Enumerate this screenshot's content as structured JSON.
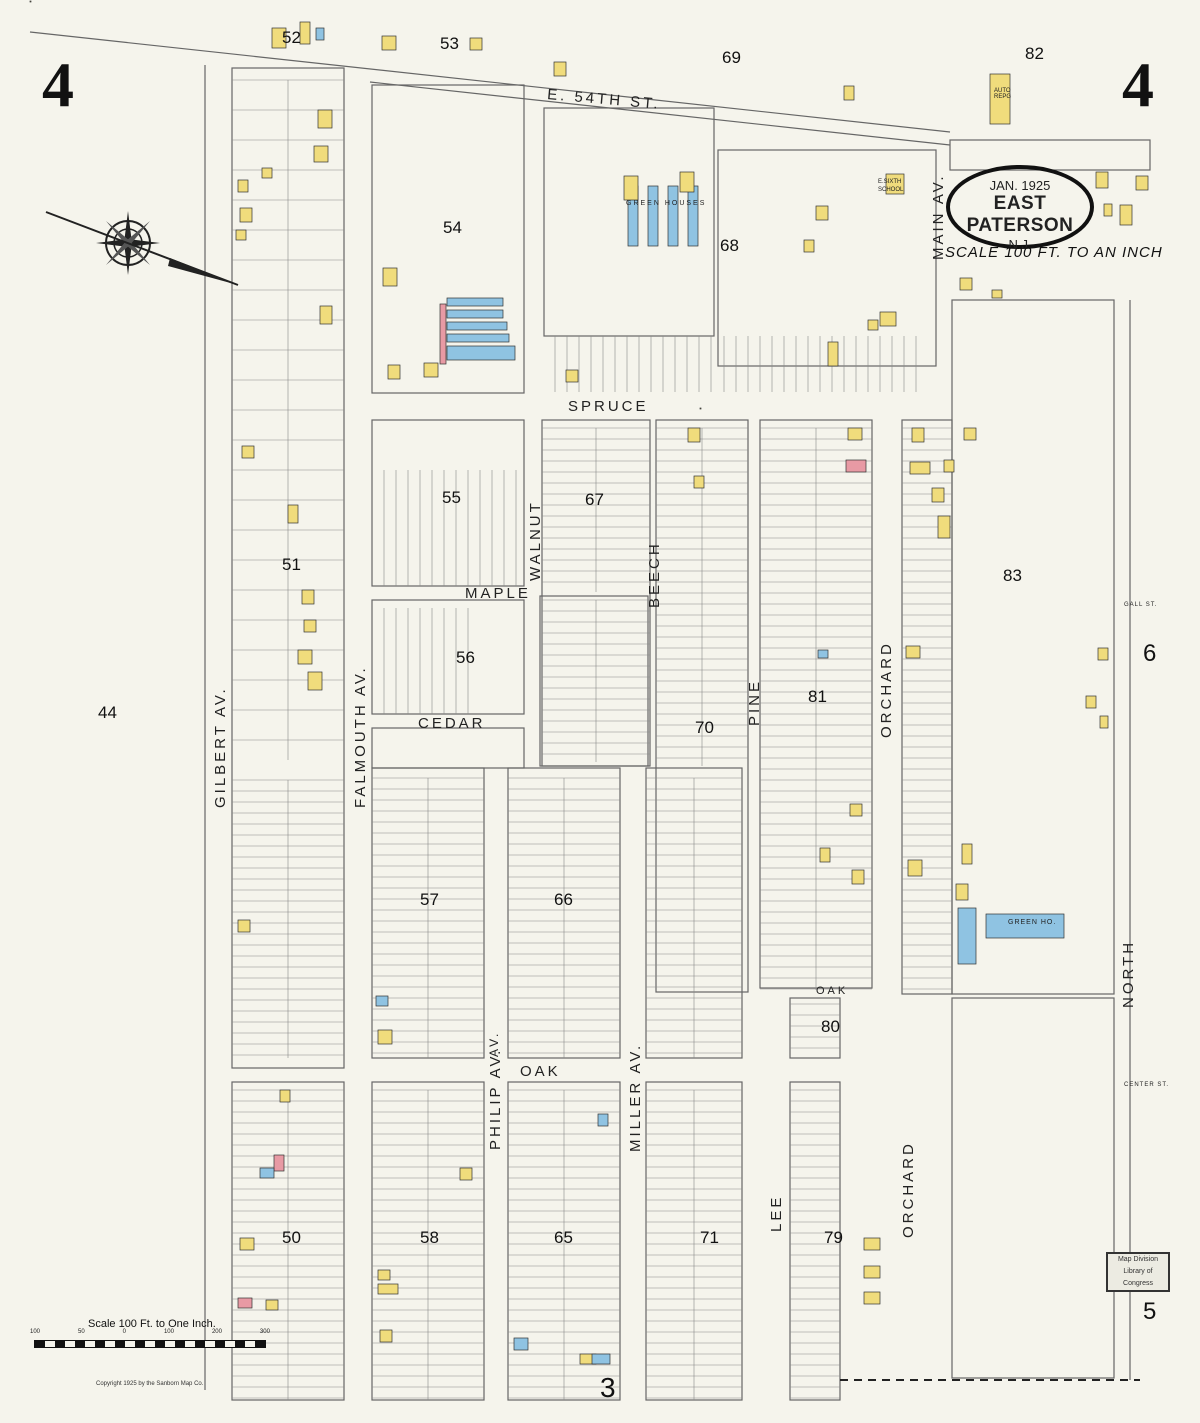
{
  "sheet_number": "4",
  "title": {
    "date": "JAN. 1925",
    "name": "EAST PATERSON",
    "state": "N.J."
  },
  "scale_text_top": "SCALE 100 FT. TO AN INCH",
  "scale_text_bottom": "Scale 100 Ft. to One Inch.",
  "scale_numbers": [
    "100",
    "50",
    "0",
    "100",
    "200",
    "300"
  ],
  "copyright": "Copyright 1925 by the Sanborn Map Co.",
  "stamp": {
    "line1": "Map Division",
    "line2": "Library of Congress"
  },
  "streets": {
    "e54th": "E. 54TH ST.",
    "spruce": "SPRUCE",
    "maple": "MAPLE",
    "cedar": "CEDAR",
    "oak_center": "OAK",
    "oak_right": "OAK",
    "gilbert": "GILBERT AV.",
    "falmouth": "FALMOUTH AV.",
    "walnut": "WALNUT",
    "beech": "BEECH",
    "pine": "PINE",
    "orchard_upper": "ORCHARD",
    "orchard_lower": "ORCHARD",
    "main": "MAIN AV.",
    "philip": "PHILIP AV.",
    "miller": "MILLER AV.",
    "lee": "LEE",
    "north": "NORTH",
    "gall": "GALL ST.",
    "center": "CENTER ST."
  },
  "blocks": [
    "44",
    "50",
    "51",
    "52",
    "53",
    "54",
    "55",
    "56",
    "57",
    "58",
    "65",
    "66",
    "67",
    "68",
    "69",
    "70",
    "71",
    "79",
    "80",
    "81",
    "82",
    "83"
  ],
  "adjacent_sheets": [
    "6",
    "5",
    "3"
  ],
  "building_labels": {
    "greenhouses": "GREEN HOUSES",
    "school": "E.SIXTH SCHOOL",
    "auto": "AUTO REPG",
    "green_ho": "GREEN HO."
  },
  "colors": {
    "background": "#f5f4ec",
    "line": "#555555",
    "frame_dwelling": "#f0dc7c",
    "brick": "#e89aa4",
    "glass": "#8fc3e2",
    "ink": "#222222"
  },
  "legend_icons": [
    "compass-rose-icon",
    "north-arrow-icon"
  ]
}
